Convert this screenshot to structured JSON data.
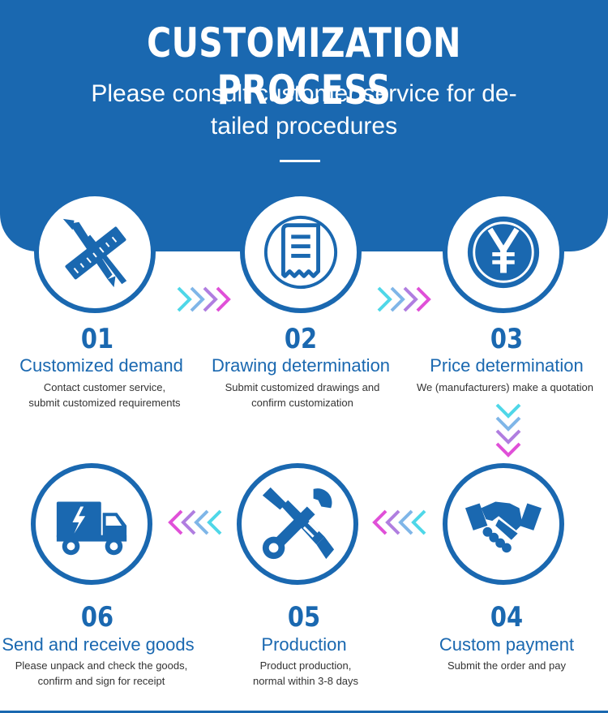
{
  "header": {
    "title": "CUSTOMIZATION PROCESS",
    "subtitle_line1": "Please consult customer service for de-",
    "subtitle_line2": "tailed procedures"
  },
  "colors": {
    "primary": "#1a68b0",
    "arrow_cyan": "#4fd7e8",
    "arrow_magenta": "#e050d8",
    "text_dark": "#333333"
  },
  "steps": [
    {
      "number": "01",
      "title": "Customized demand",
      "desc_line1": "Contact customer service,",
      "desc_line2": "submit customized requirements",
      "icon": "ruler-compass-icon"
    },
    {
      "number": "02",
      "title": "Drawing determination",
      "desc_line1": "Submit customized drawings and",
      "desc_line2": "confirm customization",
      "icon": "document-icon"
    },
    {
      "number": "03",
      "title": "Price determination",
      "desc_line1": "We (manufacturers) make a quotation",
      "desc_line2": "",
      "icon": "yen-coin-icon"
    },
    {
      "number": "04",
      "title": "Custom payment",
      "desc_line1": "Submit the order and pay",
      "desc_line2": "",
      "icon": "handshake-icon"
    },
    {
      "number": "05",
      "title": "Production",
      "desc_line1": "Product production,",
      "desc_line2": "normal within 3-8 days",
      "icon": "wrench-screwdriver-icon"
    },
    {
      "number": "06",
      "title": "Send and receive goods",
      "desc_line1": "Please unpack and check the goods,",
      "desc_line2": "confirm and sign for receipt",
      "icon": "truck-icon"
    }
  ]
}
